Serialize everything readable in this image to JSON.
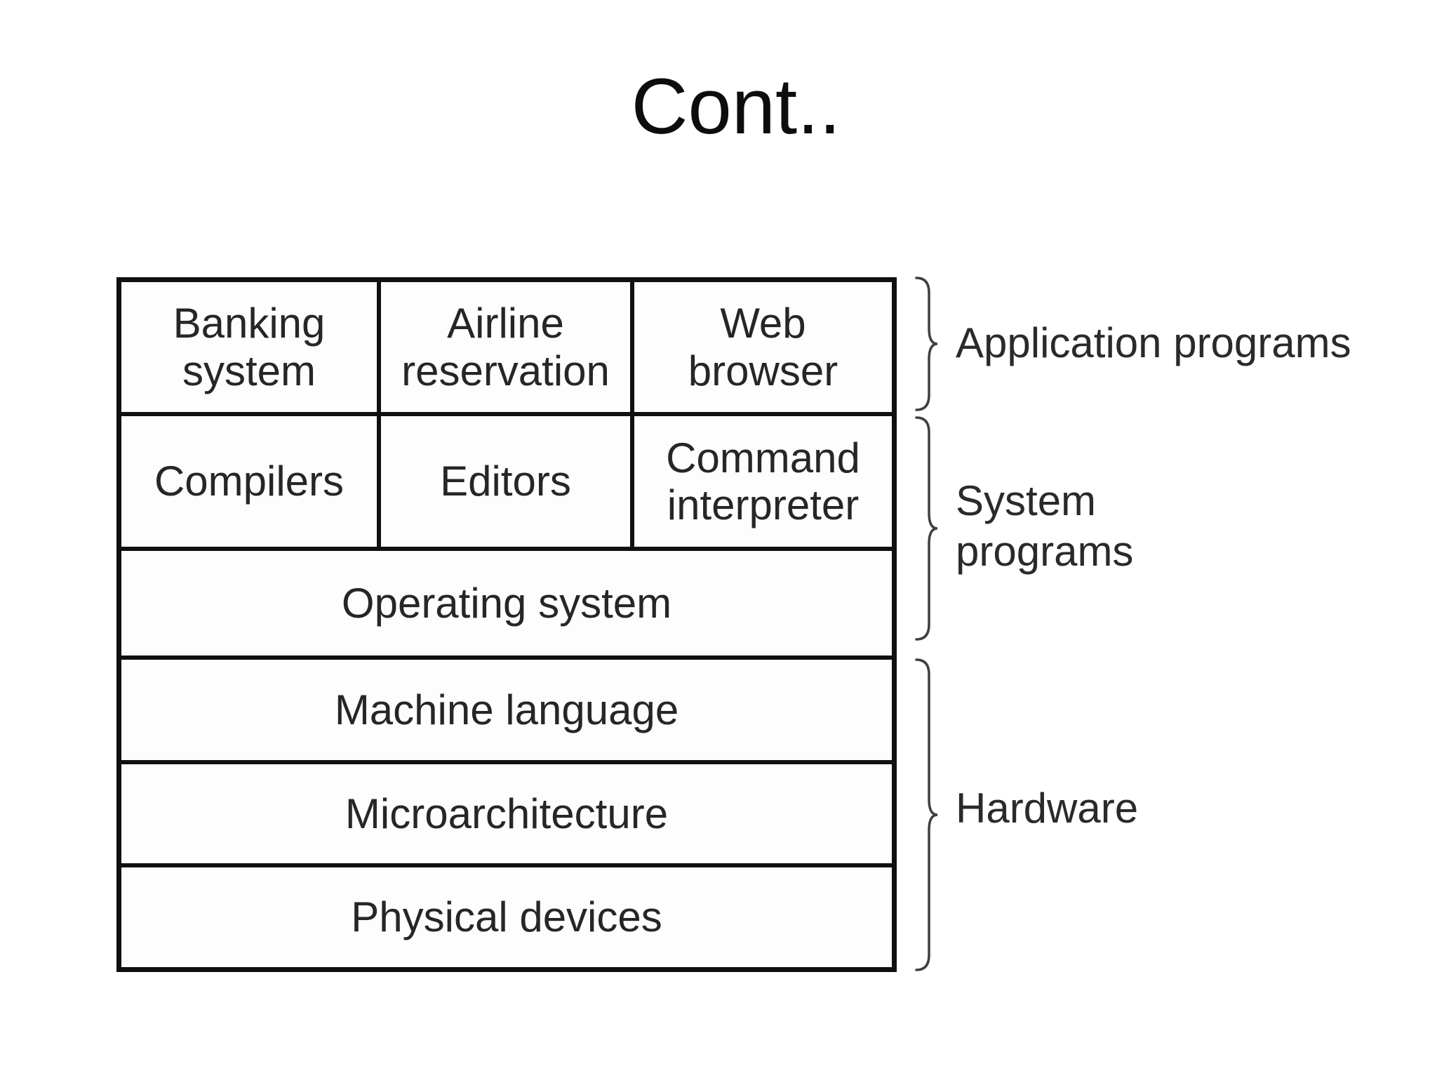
{
  "title": "Cont..",
  "diagram": {
    "table": {
      "row1": [
        "Banking\nsystem",
        "Airline\nreservation",
        "Web\nbrowser"
      ],
      "row2": [
        "Compilers",
        "Editors",
        "Command\ninterpreter"
      ],
      "full_rows": [
        "Operating system",
        "Machine language",
        "Microarchitecture",
        "Physical devices"
      ]
    },
    "labels": {
      "application": "Application programs",
      "system": "System programs",
      "hardware": "Hardware"
    },
    "colors": {
      "border": "#101010",
      "text": "#262626",
      "brace": "#3f3f3f",
      "background": "#ffffff"
    }
  }
}
